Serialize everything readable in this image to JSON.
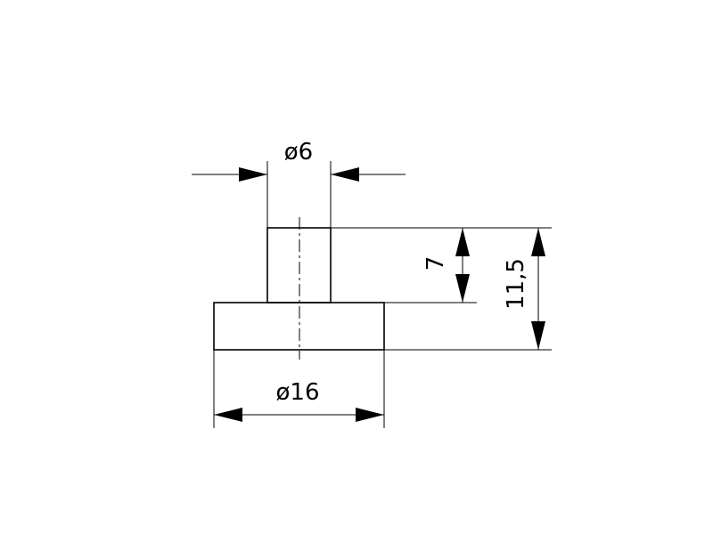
{
  "dimensions": {
    "pin_diameter": "ø6",
    "base_diameter": "ø16",
    "pin_height": "7",
    "total_height": "11,5"
  },
  "colors": {
    "line": "#000000",
    "background": "#ffffff"
  }
}
